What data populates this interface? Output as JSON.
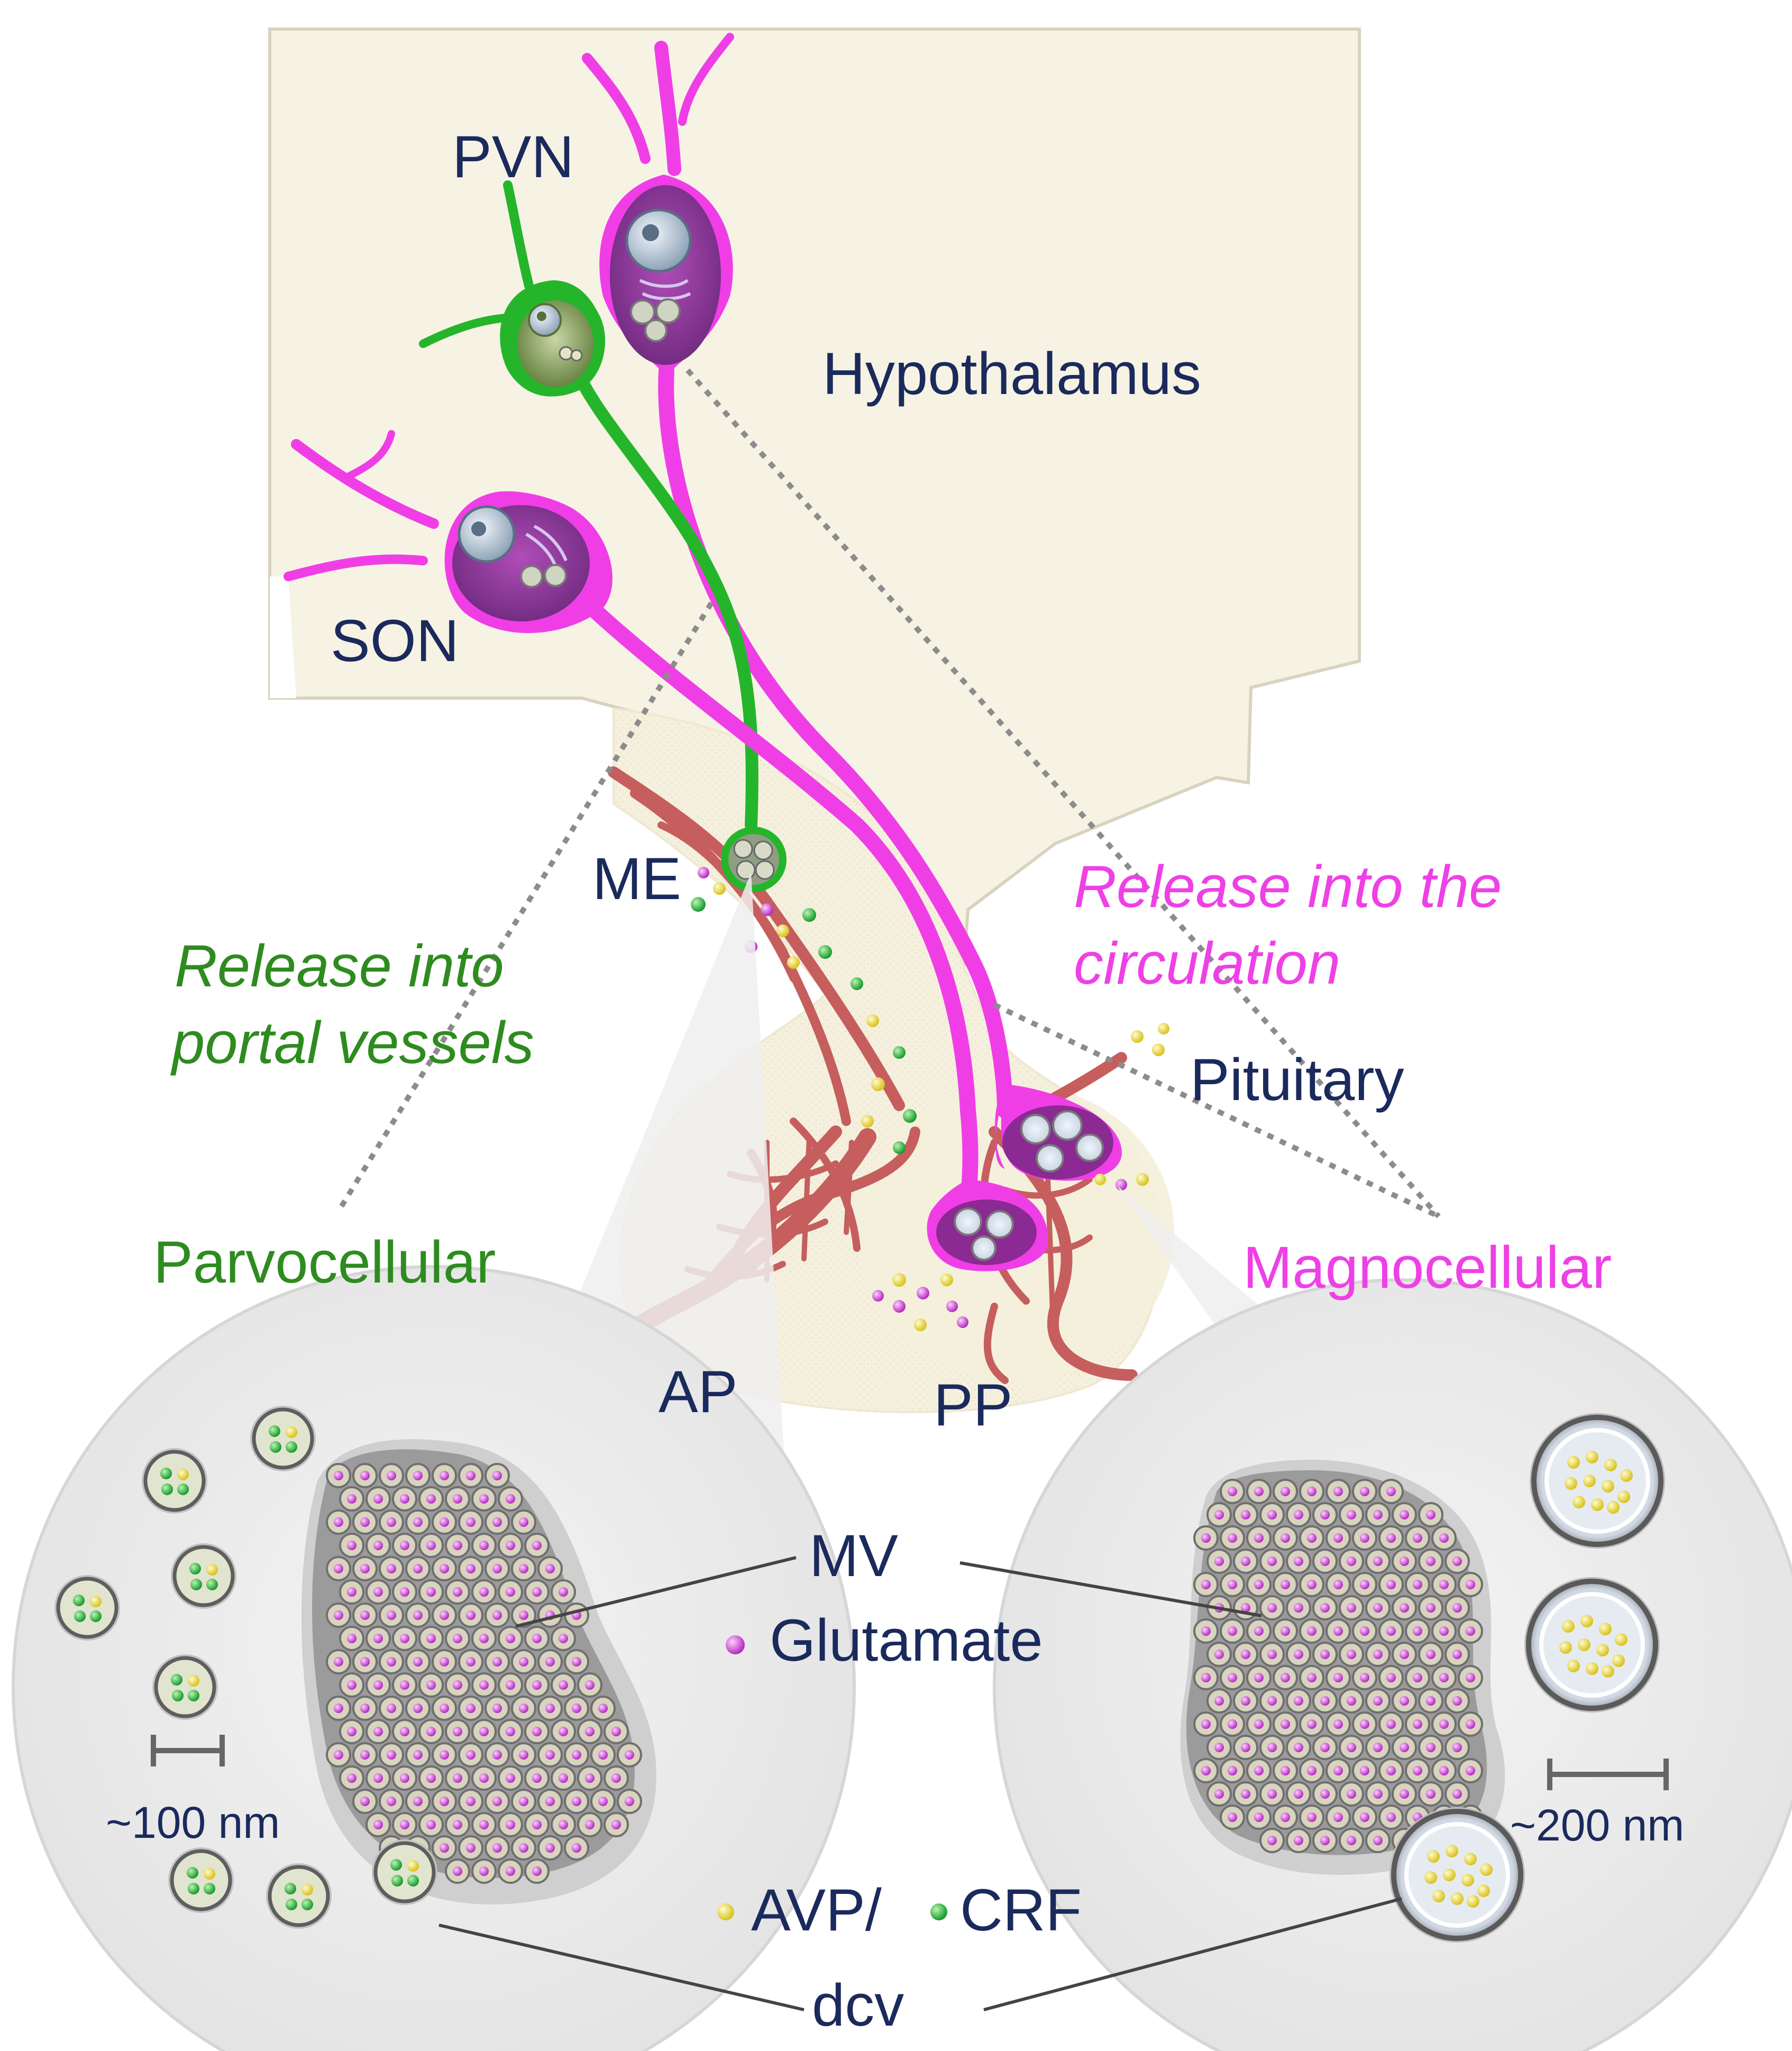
{
  "labels": {
    "pvn": "PVN",
    "son": "SON",
    "hypothalamus": "Hypothalamus",
    "me": "ME",
    "release_portal_line1": "Release into",
    "release_portal_line2": "portal vessels",
    "release_circ_line1": "Release into the",
    "release_circ_line2": "circulation",
    "pituitary": "Pituitary",
    "parvocellular": "Parvocellular",
    "magnocellular": "Magnocellular",
    "ap": "AP",
    "pp": "PP",
    "mv": "MV",
    "glutamate": "Glutamate",
    "scale_left": "~100 nm",
    "scale_right": "~200 nm",
    "avp": "AVP/",
    "crf": "CRF",
    "dcv": "dcv"
  },
  "colors": {
    "hypothalamus_fill": "#f6f3e4",
    "hypothalamus_edge": "#d8d3bf",
    "magnocellular_neuron": "#f03ee6",
    "parvocellular_neuron": "#25b52a",
    "vessel": "#c65e5e",
    "label_navy": "#1b2a5c",
    "label_green": "#2e8b1f",
    "label_magenta": "#ee40e6",
    "avp_dot": "#e6d21c",
    "crf_dot": "#22a83a",
    "glutamate_dot": "#c03ac8",
    "zoom_circle": "#e9e9e9",
    "terminal_gray": "#9a9a9a"
  }
}
